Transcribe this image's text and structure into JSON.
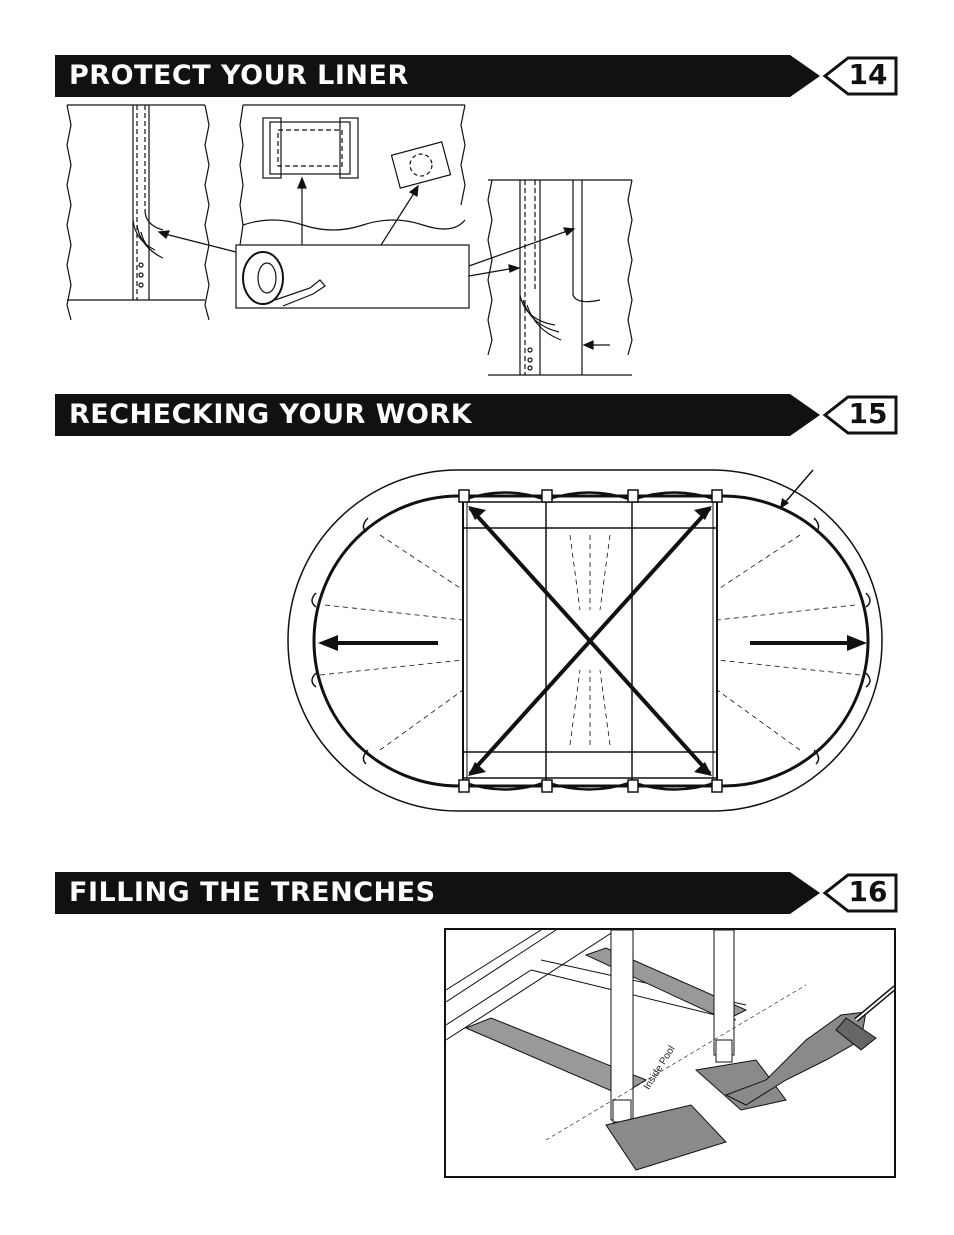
{
  "sections": [
    {
      "title": "PROTECT YOUR LINER",
      "step": "14"
    },
    {
      "title": "RECHECKING YOUR WORK",
      "step": "15"
    },
    {
      "title": "FILLING THE TRENCHES",
      "step": "16"
    }
  ],
  "figure16": {
    "label": "Inside Pool"
  },
  "colors": {
    "banner": "#111111",
    "line": "#111111",
    "fill": "#8a8a8a"
  }
}
